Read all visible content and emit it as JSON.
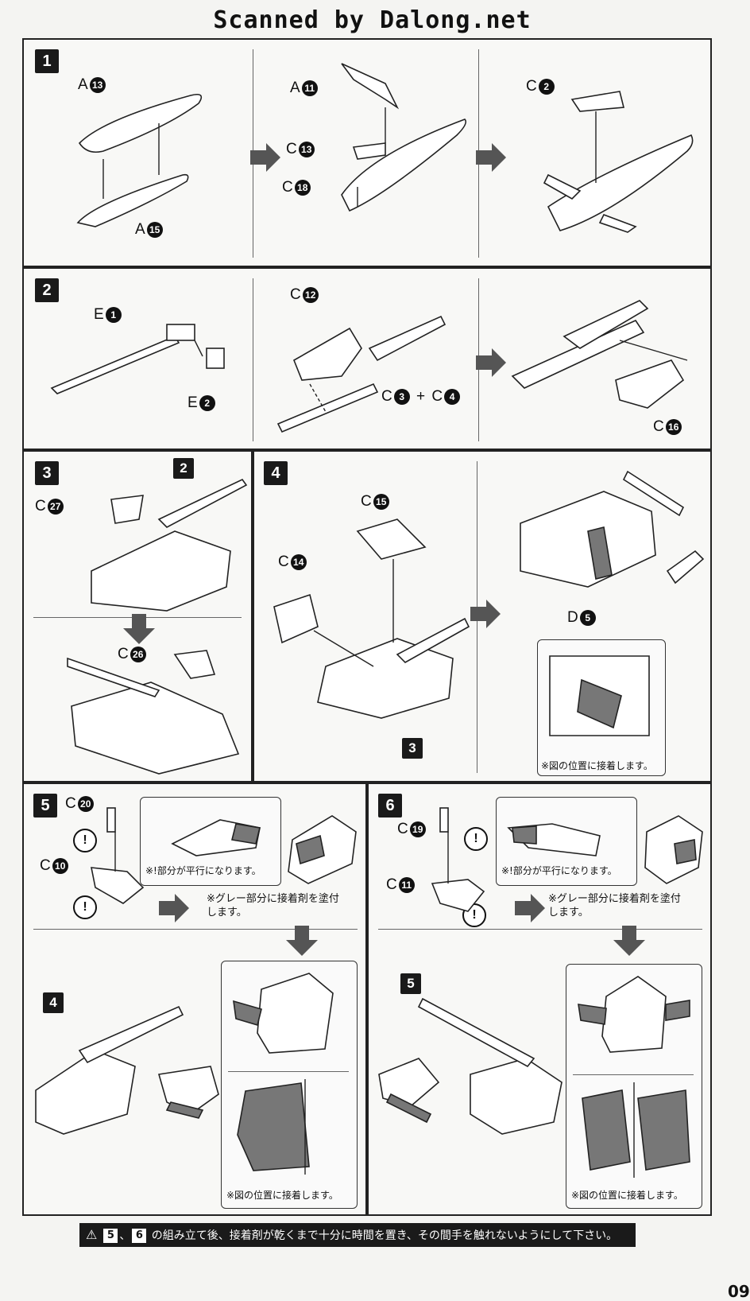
{
  "header": {
    "scanner_credit": "Scanned by Dalong.net"
  },
  "steps": [
    {
      "number": "1",
      "parts_a": [
        {
          "letter": "A",
          "num": "13"
        },
        {
          "letter": "A",
          "num": "15"
        }
      ],
      "parts_b": [
        {
          "letter": "A",
          "num": "11"
        },
        {
          "letter": "C",
          "num": "13"
        },
        {
          "letter": "C",
          "num": "18"
        }
      ],
      "parts_c": [
        {
          "letter": "C",
          "num": "2"
        }
      ]
    },
    {
      "number": "2",
      "parts_a": [
        {
          "letter": "E",
          "num": "1"
        },
        {
          "letter": "E",
          "num": "2"
        }
      ],
      "parts_b": [
        {
          "letter": "C",
          "num": "12"
        },
        {
          "letter": "C",
          "num": "3"
        },
        {
          "letter": "C",
          "num": "4"
        }
      ],
      "parts_c": [
        {
          "letter": "C",
          "num": "16"
        }
      ]
    },
    {
      "number": "3",
      "ref_step": "2",
      "parts": [
        {
          "letter": "C",
          "num": "27"
        },
        {
          "letter": "C",
          "num": "26"
        }
      ]
    },
    {
      "number": "4",
      "ref_step": "3",
      "parts": [
        {
          "letter": "C",
          "num": "15"
        },
        {
          "letter": "C",
          "num": "14"
        },
        {
          "letter": "D",
          "num": "5"
        }
      ],
      "note_glue_position": "※図の位置に接着します。"
    },
    {
      "number": "5",
      "ref_step": "4",
      "parts": [
        {
          "letter": "C",
          "num": "20"
        },
        {
          "letter": "C",
          "num": "10"
        }
      ],
      "note_parallel": "※!部分が平行になります。",
      "note_glue_gray": "※グレー部分に接着剤を塗付\nします。",
      "note_glue_position": "※図の位置に接着します。"
    },
    {
      "number": "6",
      "ref_step": "5",
      "parts": [
        {
          "letter": "C",
          "num": "19"
        },
        {
          "letter": "C",
          "num": "11"
        }
      ],
      "note_parallel": "※!部分が平行になります。",
      "note_glue_gray": "※グレー部分に接着剤を塗付\nします。",
      "note_glue_position": "※図の位置に接着します。"
    }
  ],
  "step3_plus": "+",
  "step2_plus": "+",
  "warning": {
    "steps": [
      "5",
      "6"
    ],
    "text": "の組み立て後、接着剤が乾くまで十分に時間を置き、その間手を触れないようにして下さい。",
    "separator": "、"
  },
  "page_number": "09",
  "icons": {
    "warning": "warning-triangle-icon",
    "attention": "exclamation-icon",
    "glue": "glue-brush-icon"
  }
}
